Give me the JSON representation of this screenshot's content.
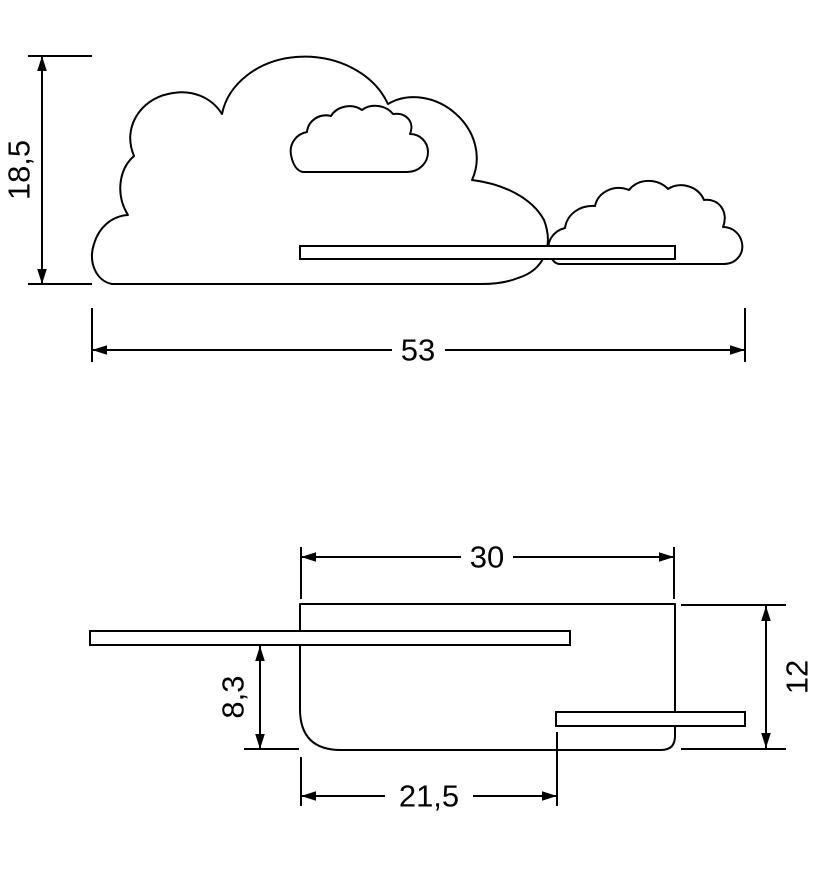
{
  "colors": {
    "line": "#000000",
    "background": "#ffffff"
  },
  "front_view": {
    "height_label": "18,5",
    "width_label": "53"
  },
  "side_view": {
    "width_label": "30",
    "height_label": "12",
    "shelf_offset_label": "8,3",
    "bottom_width_label": "21,5"
  }
}
